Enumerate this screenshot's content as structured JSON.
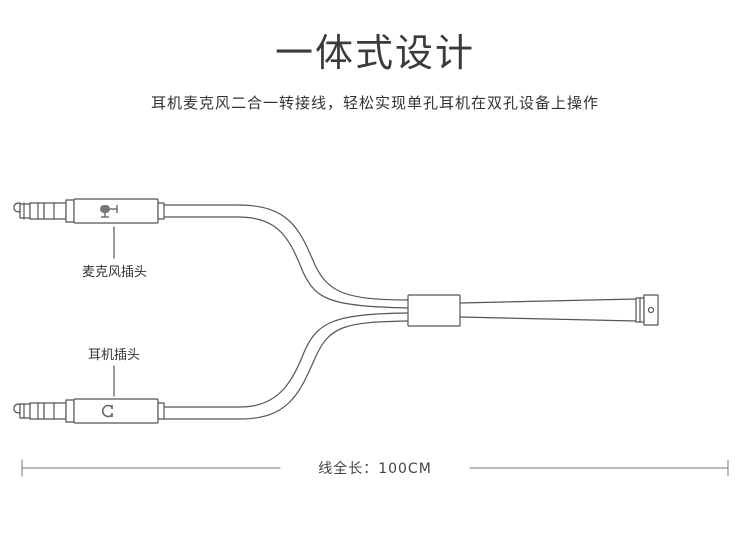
{
  "header": {
    "title": "一体式设计",
    "subtitle": "耳机麦克风二合一转接线，轻松实现单孔耳机在双孔设备上操作"
  },
  "diagram": {
    "labels": {
      "mic_plug": "麦克风插头",
      "earphone_plug": "耳机插头"
    },
    "icons": {
      "mic_plug_icon": "microphone-icon",
      "earphone_plug_icon": "headphone-icon"
    },
    "length": {
      "text": "线全长：100CM"
    }
  }
}
